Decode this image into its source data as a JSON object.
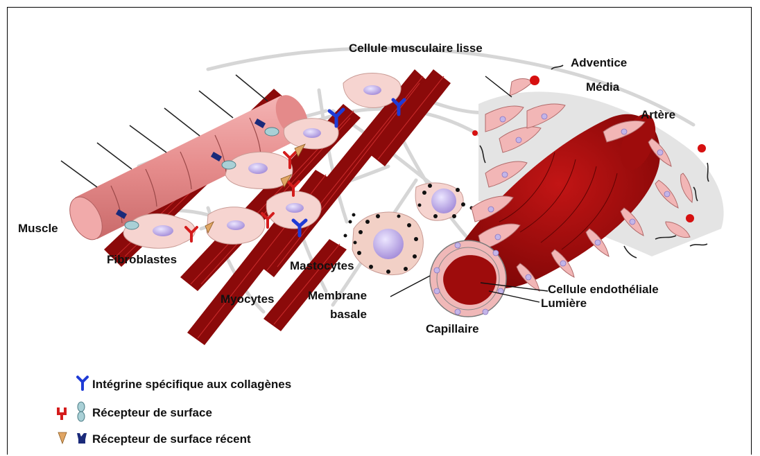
{
  "labels": {
    "smooth_muscle_cell": "Cellule musculaire lisse",
    "adventitia": "Adventice",
    "media": "Média",
    "artery": "Artère",
    "muscle": "Muscle",
    "fibroblasts": "Fibroblastes",
    "myocytes": "Myocytes",
    "mast_cells": "Mastocytes",
    "basement_membrane_line1": "Membrane",
    "basement_membrane_line2": "basale",
    "capillary": "Capillaire",
    "endothelial_cell": "Cellule endothéliale",
    "lumen": "Lumière"
  },
  "legend": [
    {
      "icon": "collagen-integrin-icon",
      "text": "Intégrine spécifique aux collagènes"
    },
    {
      "icon": "surface-receptor-icon",
      "text": "Récepteur de surface"
    },
    {
      "icon": "recent-surface-receptor-icon",
      "text": "Récepteur de surface récent"
    }
  ],
  "colors": {
    "fiber_red": "#8b0a0a",
    "muscle_pink": "#e99a9a",
    "cell_pink": "#f6d4d0",
    "nucleus": "#b7a3df",
    "integrin_blue": "#1f3bd6",
    "receptor_red": "#d41c1c",
    "receptor_pale": "#a9d0d6",
    "recent_tan": "#e0a564",
    "recent_navy": "#1a2a7a"
  }
}
